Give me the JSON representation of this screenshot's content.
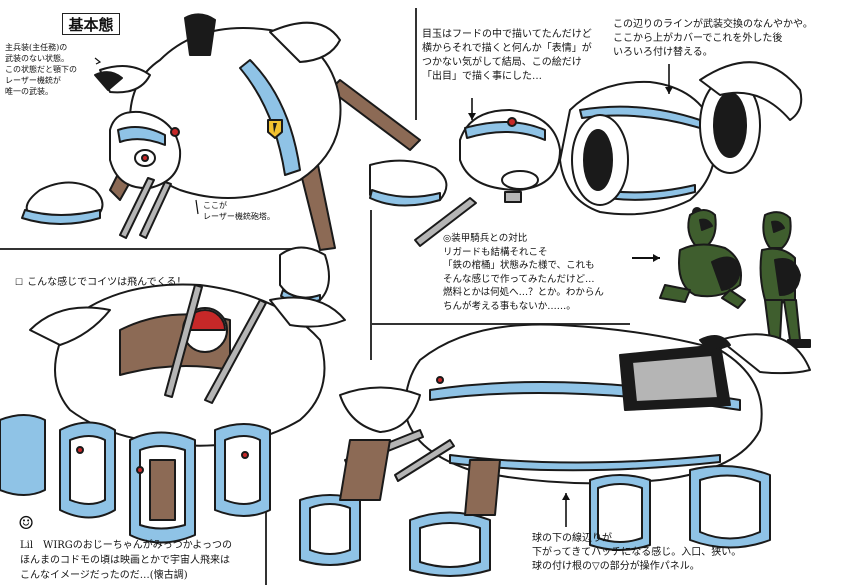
{
  "title": "基本態",
  "notes": {
    "top_left": "主兵装(主任務)の\n武装のない状態。\nこの状態だと顎下の\nレーザー機銃が\n唯一の武装。",
    "laser_label": "ここが\nレーザー機銃砲塔。",
    "eye_note": "目玉はフードの中で描いてたんだけど\n横からそれで描くと何んか「表情」が\nつかない気がして結局、この絵だけ\n「出目」で描く事にした…",
    "armament_note": "この辺りのラインが武装交換のなんやかや。\nここから上がカバーでこれを外した後\nいろいろ付け替える。",
    "comparison_note": "◎装甲騎兵との対比\nリガードも結構それこそ\n「鉄の棺桶」状態みた様で、これも\nそんな感じで作ってみたんだけど…\n燃料とかは何処へ…？とか。わからん\nちんが考える事もないか……。",
    "flying_note": "こんな感じでコイツは飛んでくる！",
    "lil_note": "Lil　WIRGのおじーちゃんがみっつかよっつの\nほんまのコドモの頃は映画とかで宇宙人飛来は\nこんなイメージだったのだ…(懐古調)",
    "hatch_note": "球の下の線辺りが\n下がってきてハッチになる感じ。入口、狭い。\n球の付け根の▽の部分が操作パネル。"
  },
  "colors": {
    "armor": "#ffffff",
    "accent": "#8fc3e6",
    "frame": "#8c6a55",
    "dark": "#1a1a1a",
    "pilot": "#3f5e2e",
    "eye": "#c62828",
    "grey": "#b5b5b5"
  }
}
